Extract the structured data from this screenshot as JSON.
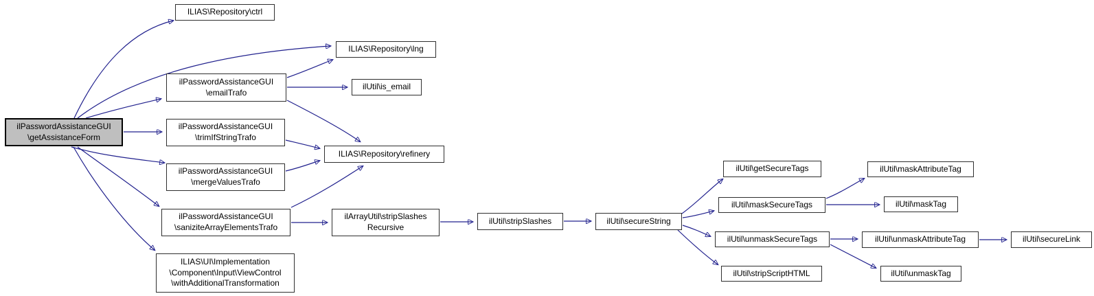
{
  "diagram": {
    "type": "call-graph",
    "background_color": "#ffffff",
    "edge_color": "#20208d",
    "node_fill": "#ffffff",
    "node_border_color": "#2e2e2e",
    "highlight_fill": "#bfbfbf",
    "nodes": [
      {
        "id": "ctrl",
        "label": "ILIAS\\Repository\\ctrl",
        "highlighted": false
      },
      {
        "id": "lng",
        "label": "ILIAS\\Repository\\lng",
        "highlighted": false
      },
      {
        "id": "emailTrafo",
        "label": "ilPasswordAssistanceGUI\n\\emailTrafo",
        "highlighted": false
      },
      {
        "id": "is_email",
        "label": "ilUtil\\is_email",
        "highlighted": false
      },
      {
        "id": "getAssistanceForm",
        "label": "ilPasswordAssistanceGUI\n\\getAssistanceForm",
        "highlighted": true
      },
      {
        "id": "trimIfStringTrafo",
        "label": "ilPasswordAssistanceGUI\n\\trimIfStringTrafo",
        "highlighted": false
      },
      {
        "id": "refinery",
        "label": "ILIAS\\Repository\\refinery",
        "highlighted": false
      },
      {
        "id": "mergeValuesTrafo",
        "label": "ilPasswordAssistanceGUI\n\\mergeValuesTrafo",
        "highlighted": false
      },
      {
        "id": "saniziteArrayElementsTrafo",
        "label": "ilPasswordAssistanceGUI\n\\saniziteArrayElementsTrafo",
        "highlighted": false
      },
      {
        "id": "stripSlashesRecursive",
        "label": "ilArrayUtil\\stripSlashes\nRecursive",
        "highlighted": false
      },
      {
        "id": "withAdditionalTransformation",
        "label": "ILIAS\\UI\\Implementation\n\\Component\\Input\\ViewControl\n\\withAdditionalTransformation",
        "highlighted": false
      },
      {
        "id": "stripSlashes",
        "label": "ilUtil\\stripSlashes",
        "highlighted": false
      },
      {
        "id": "secureString",
        "label": "ilUtil\\secureString",
        "highlighted": false
      },
      {
        "id": "getSecureTags",
        "label": "ilUtil\\getSecureTags",
        "highlighted": false
      },
      {
        "id": "maskSecureTags",
        "label": "ilUtil\\maskSecureTags",
        "highlighted": false
      },
      {
        "id": "unmaskSecureTags",
        "label": "ilUtil\\unmaskSecureTags",
        "highlighted": false
      },
      {
        "id": "stripScriptHTML",
        "label": "ilUtil\\stripScriptHTML",
        "highlighted": false
      },
      {
        "id": "maskAttributeTag",
        "label": "ilUtil\\maskAttributeTag",
        "highlighted": false
      },
      {
        "id": "maskTag",
        "label": "ilUtil\\maskTag",
        "highlighted": false
      },
      {
        "id": "unmaskAttributeTag",
        "label": "ilUtil\\unmaskAttributeTag",
        "highlighted": false
      },
      {
        "id": "unmaskTag",
        "label": "ilUtil\\unmaskTag",
        "highlighted": false
      },
      {
        "id": "secureLink",
        "label": "ilUtil\\secureLink",
        "highlighted": false
      }
    ],
    "edges": [
      {
        "from": "getAssistanceForm",
        "to": "ctrl"
      },
      {
        "from": "getAssistanceForm",
        "to": "lng"
      },
      {
        "from": "getAssistanceForm",
        "to": "emailTrafo"
      },
      {
        "from": "getAssistanceForm",
        "to": "trimIfStringTrafo"
      },
      {
        "from": "getAssistanceForm",
        "to": "mergeValuesTrafo"
      },
      {
        "from": "getAssistanceForm",
        "to": "saniziteArrayElementsTrafo"
      },
      {
        "from": "getAssistanceForm",
        "to": "withAdditionalTransformation"
      },
      {
        "from": "emailTrafo",
        "to": "lng"
      },
      {
        "from": "emailTrafo",
        "to": "is_email"
      },
      {
        "from": "emailTrafo",
        "to": "refinery"
      },
      {
        "from": "trimIfStringTrafo",
        "to": "refinery"
      },
      {
        "from": "mergeValuesTrafo",
        "to": "refinery"
      },
      {
        "from": "saniziteArrayElementsTrafo",
        "to": "refinery"
      },
      {
        "from": "saniziteArrayElementsTrafo",
        "to": "stripSlashesRecursive"
      },
      {
        "from": "stripSlashesRecursive",
        "to": "stripSlashes"
      },
      {
        "from": "stripSlashes",
        "to": "secureString"
      },
      {
        "from": "secureString",
        "to": "getSecureTags"
      },
      {
        "from": "secureString",
        "to": "maskSecureTags"
      },
      {
        "from": "secureString",
        "to": "unmaskSecureTags"
      },
      {
        "from": "secureString",
        "to": "stripScriptHTML"
      },
      {
        "from": "maskSecureTags",
        "to": "maskAttributeTag"
      },
      {
        "from": "maskSecureTags",
        "to": "maskTag"
      },
      {
        "from": "unmaskSecureTags",
        "to": "unmaskAttributeTag"
      },
      {
        "from": "unmaskSecureTags",
        "to": "unmaskTag"
      },
      {
        "from": "unmaskAttributeTag",
        "to": "secureLink"
      }
    ]
  }
}
